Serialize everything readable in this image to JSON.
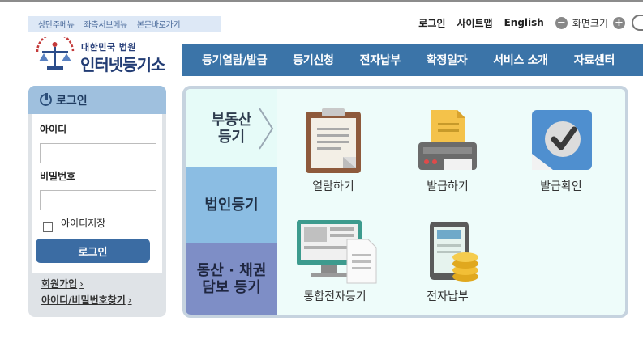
{
  "skip_links": [
    "상단주메뉴",
    "좌측서브메뉴",
    "본문바로가기"
  ],
  "util": {
    "login": "로그인",
    "sitemap": "사이트맵",
    "english": "English",
    "zoom_minus": "−",
    "zoom_label": "화면크기",
    "zoom_plus": "+"
  },
  "logo": {
    "subtitle": "대한민국 법원",
    "title": "인터넷등기소"
  },
  "gnb": [
    "등기열람/발급",
    "등기신청",
    "전자납부",
    "확정일자",
    "서비스 소개",
    "자료센터"
  ],
  "login": {
    "header": "로그인",
    "id_label": "아이디",
    "id_value": "",
    "pw_label": "비밀번호",
    "pw_value": "",
    "save_id_label": "아이디저장",
    "save_id_checked": false,
    "button": "로그인",
    "join": "회원가입",
    "find": "아이디/비밀번호찾기",
    "arrow": "›"
  },
  "tabs": {
    "real_estate": "부동산\n등기",
    "corporate": "법인등기",
    "movable": "동산 · 채권\n담보 등기"
  },
  "services": {
    "view": "열람하기",
    "issue": "발급하기",
    "verify": "발급확인",
    "integrated": "통합전자등기",
    "payment": "전자납부"
  },
  "colors": {
    "gnb": "#3b74a8",
    "login_header": "#9fc0de",
    "login_button": "#3b6ca3",
    "tab_real_estate": "#e6fbf8",
    "tab_corporate": "#8bbde3",
    "tab_movable": "#7e8ec6",
    "panel_bg": "#eefcfa"
  }
}
